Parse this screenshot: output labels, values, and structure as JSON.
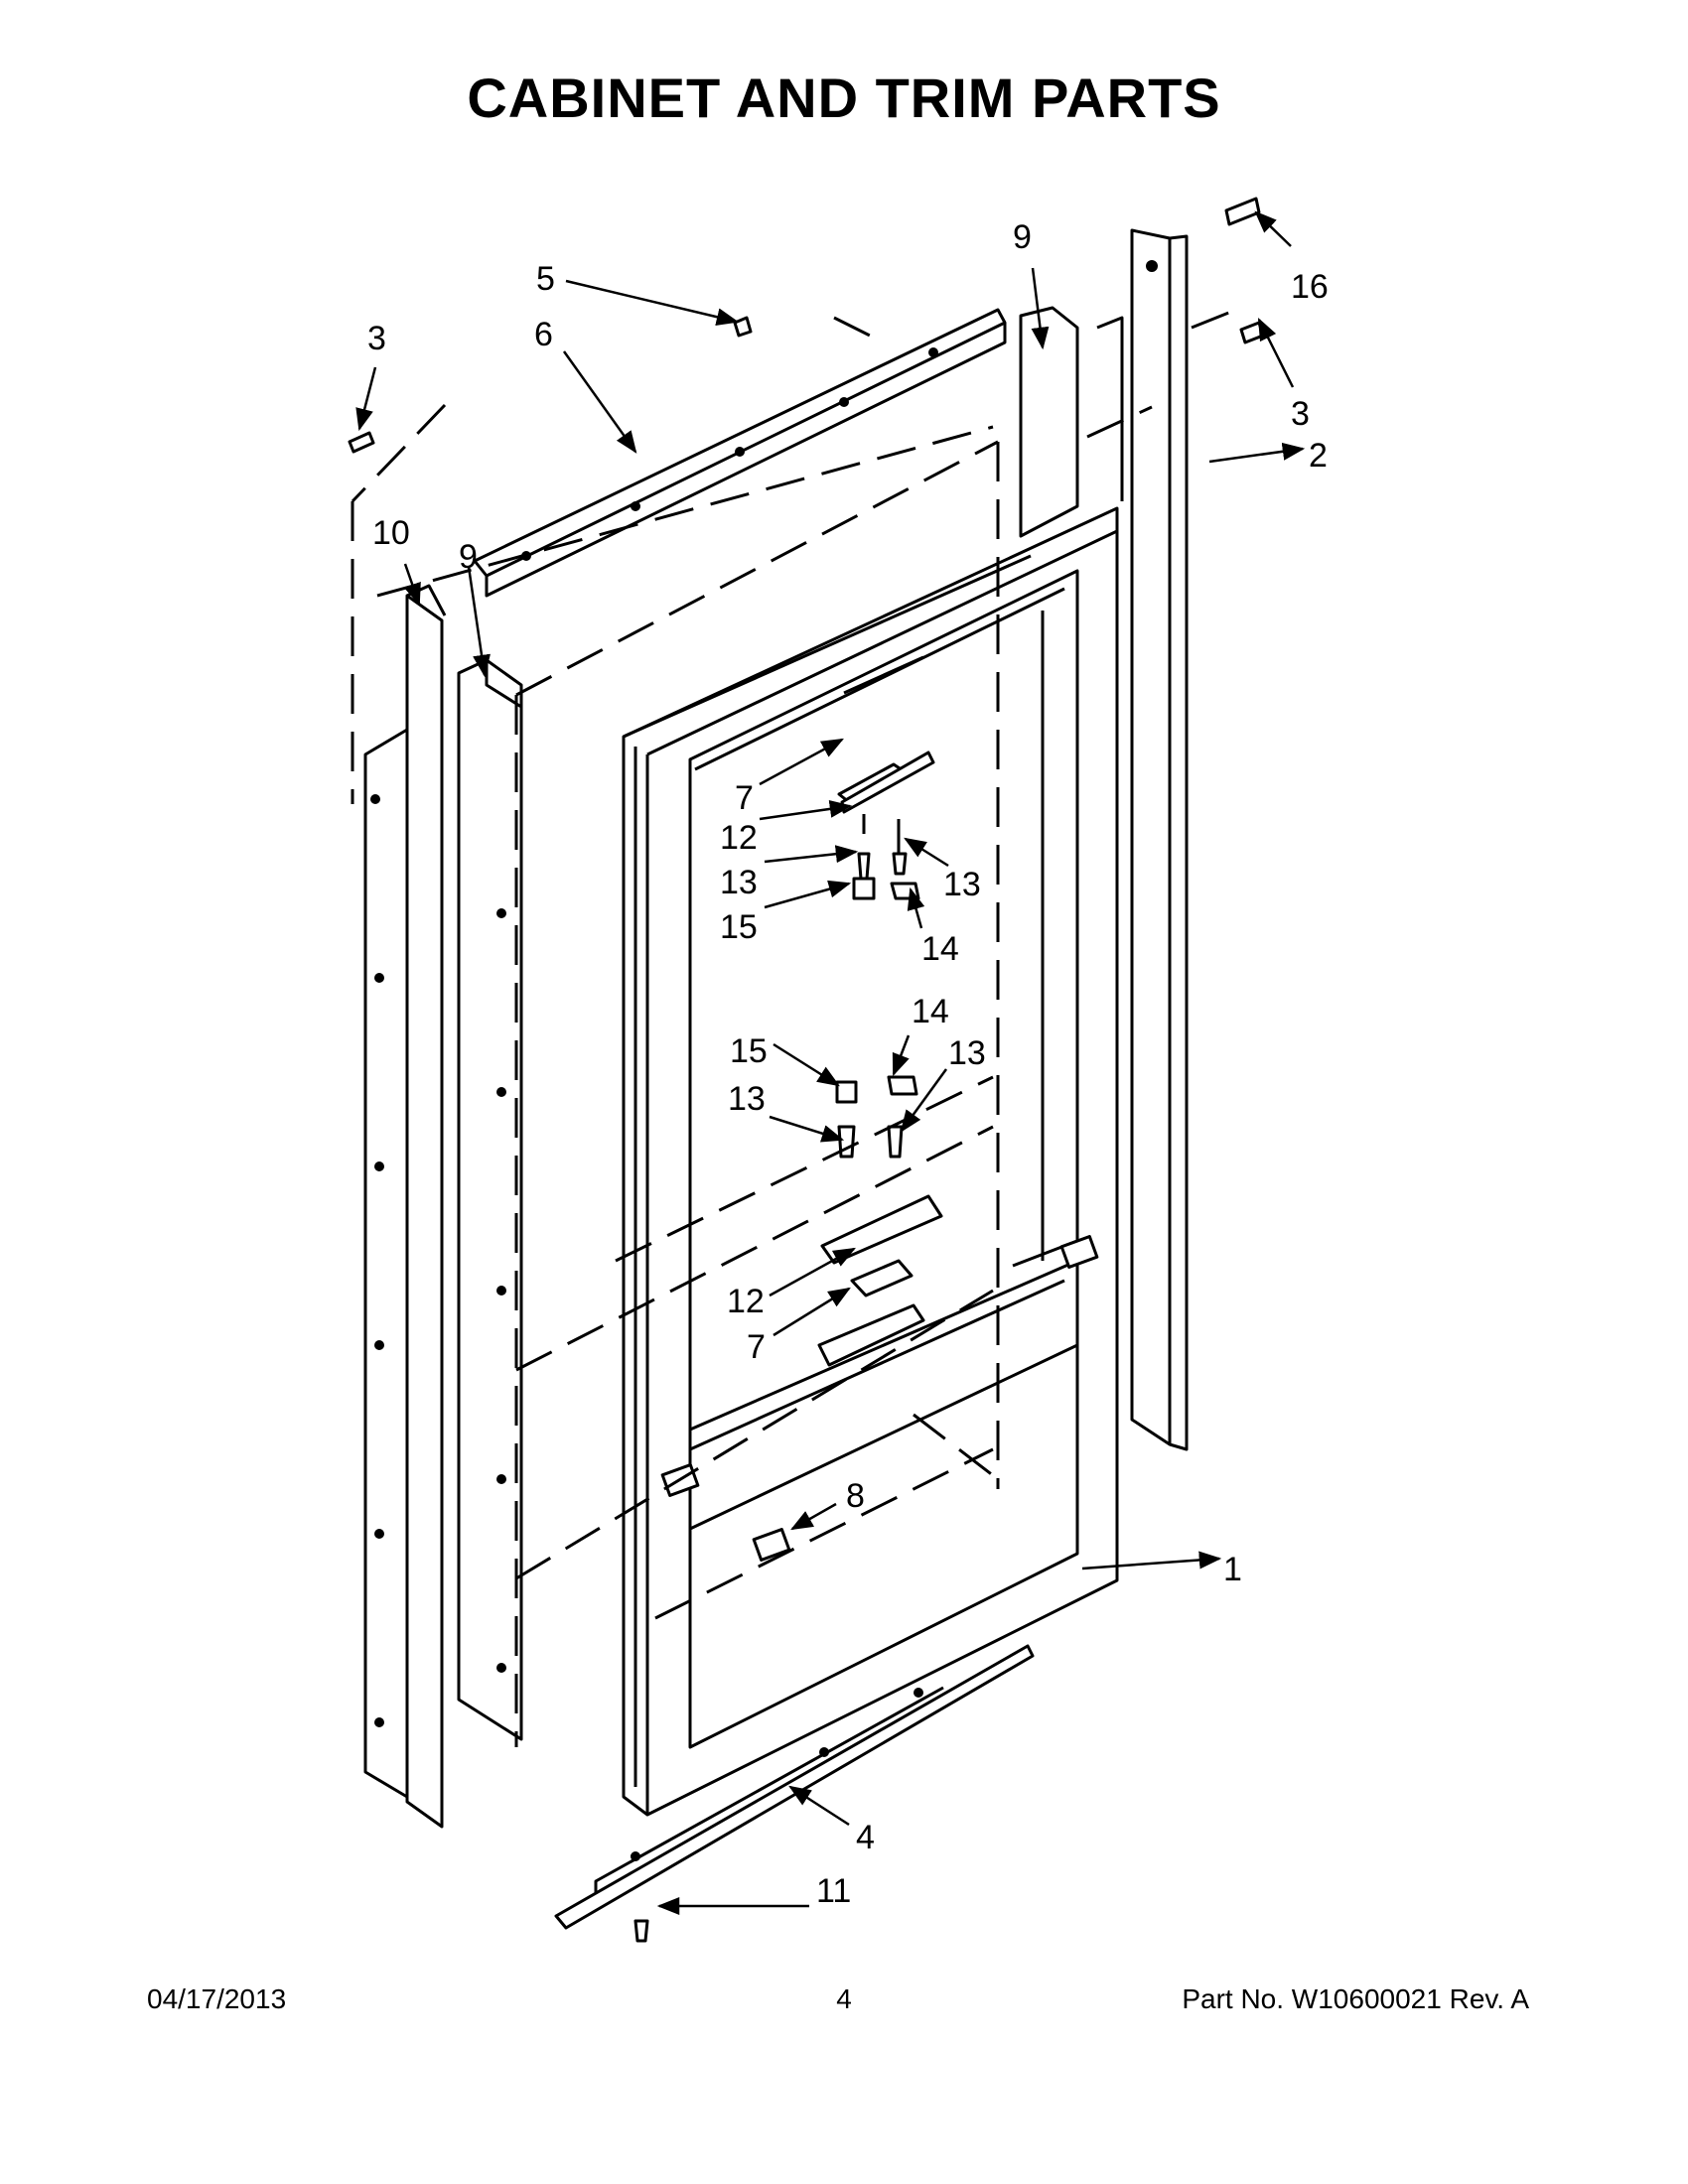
{
  "page": {
    "title": "CABINET AND TRIM PARTS"
  },
  "callouts": {
    "c1": "1",
    "c2": "2",
    "c3a": "3",
    "c3b": "3",
    "c4": "4",
    "c5": "5",
    "c6": "6",
    "c7a": "7",
    "c7b": "7",
    "c8": "8",
    "c9a": "9",
    "c9b": "9",
    "c10": "10",
    "c11": "11",
    "c12a": "12",
    "c12b": "12",
    "c13a": "13",
    "c13b": "13",
    "c13c": "13",
    "c13d": "13",
    "c14a": "14",
    "c14b": "14",
    "c15a": "15",
    "c15b": "15",
    "c16": "16"
  },
  "footer": {
    "date": "04/17/2013",
    "page_number": "4",
    "part_number": "Part No.  W10600021  Rev.  A"
  }
}
